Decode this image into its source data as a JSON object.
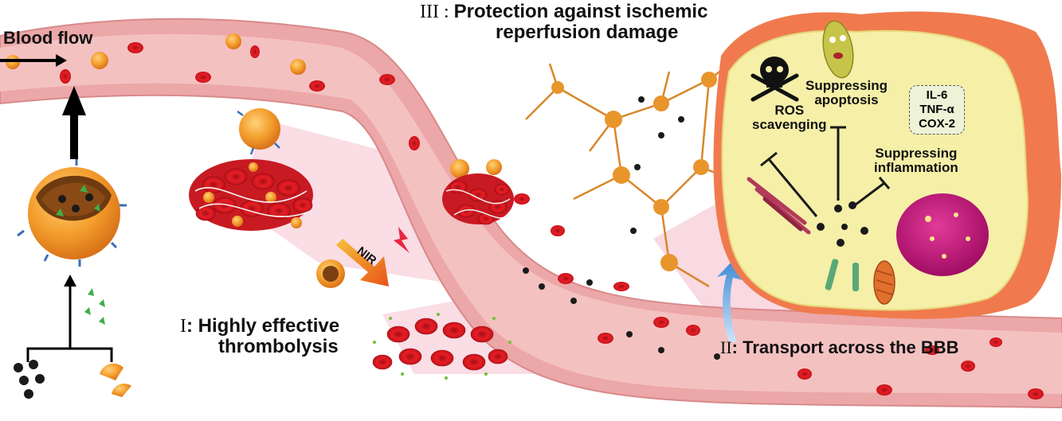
{
  "labels": {
    "blood_flow": "Blood flow",
    "stage_iii_numeral": "III",
    "stage_iii_title_line1": "Protection against ischemic",
    "stage_iii_title_line2": "reperfusion damage",
    "stage_i_numeral": "I",
    "stage_i_title_line1": "Highly effective",
    "stage_i_title_line2": "thrombolysis",
    "stage_ii_numeral": "II",
    "stage_ii_title": "Transport across the BBB",
    "nir": "NIR",
    "ros_line1": "ROS",
    "ros_line2": "scavenging",
    "apoptosis_line1": "Suppressing",
    "apoptosis_line2": "apoptosis",
    "inflammation_line1": "Suppressing",
    "inflammation_line2": "inflammation",
    "cytokines": [
      "IL-6",
      "TNF-α",
      "COX-2"
    ]
  },
  "colors": {
    "vessel_wall": "#e9a7a6",
    "vessel_lumen": "#f3c3c2",
    "red_blood_cell": "#d8171f",
    "nanoparticle_shell": "#f39c2b",
    "neuron": "#e0962e",
    "cell_body": "#f7f1a0",
    "brain_tissue": "#f07a4e",
    "nucleus": "#c4167a"
  },
  "icons": [
    "skull-crossbones-icon",
    "lightning-icon",
    "bacterium-icon",
    "mitochondrion-icon"
  ]
}
